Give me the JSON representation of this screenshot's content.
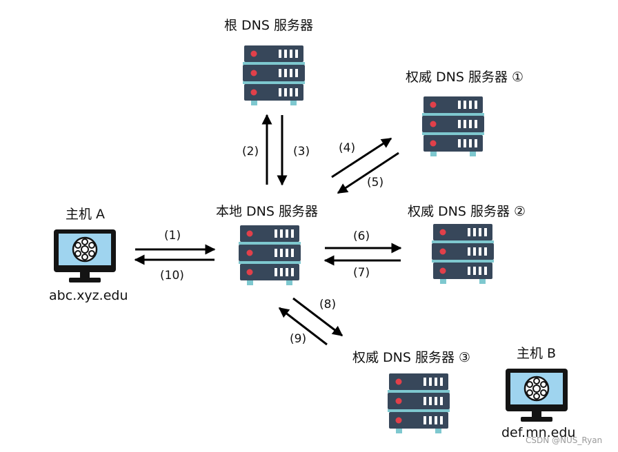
{
  "nodes": {
    "root": {
      "label": "根 DNS 服务器"
    },
    "auth1": {
      "label": "权威 DNS 服务器 ①"
    },
    "auth2": {
      "label": "权威 DNS 服务器 ②"
    },
    "auth3": {
      "label": "权威 DNS 服务器 ③"
    },
    "local": {
      "label": "本地 DNS 服务器"
    },
    "hostA": {
      "label": "主机 A",
      "domain": "abc.xyz.edu"
    },
    "hostB": {
      "label": "主机 B",
      "domain": "def.mn.edu"
    }
  },
  "steps": [
    "(1)",
    "(2)",
    "(3)",
    "(4)",
    "(5)",
    "(6)",
    "(7)",
    "(8)",
    "(9)",
    "(10)"
  ],
  "watermark": "CSDN @NUS_Ryan",
  "colors": {
    "server_body": "#37475a",
    "server_light": "#e1404a",
    "server_slot": "#ffffff",
    "server_foot": "#7ec8cf",
    "monitor_frame": "#141414",
    "monitor_screen": "#9fd4ef",
    "arrow": "#000000"
  }
}
